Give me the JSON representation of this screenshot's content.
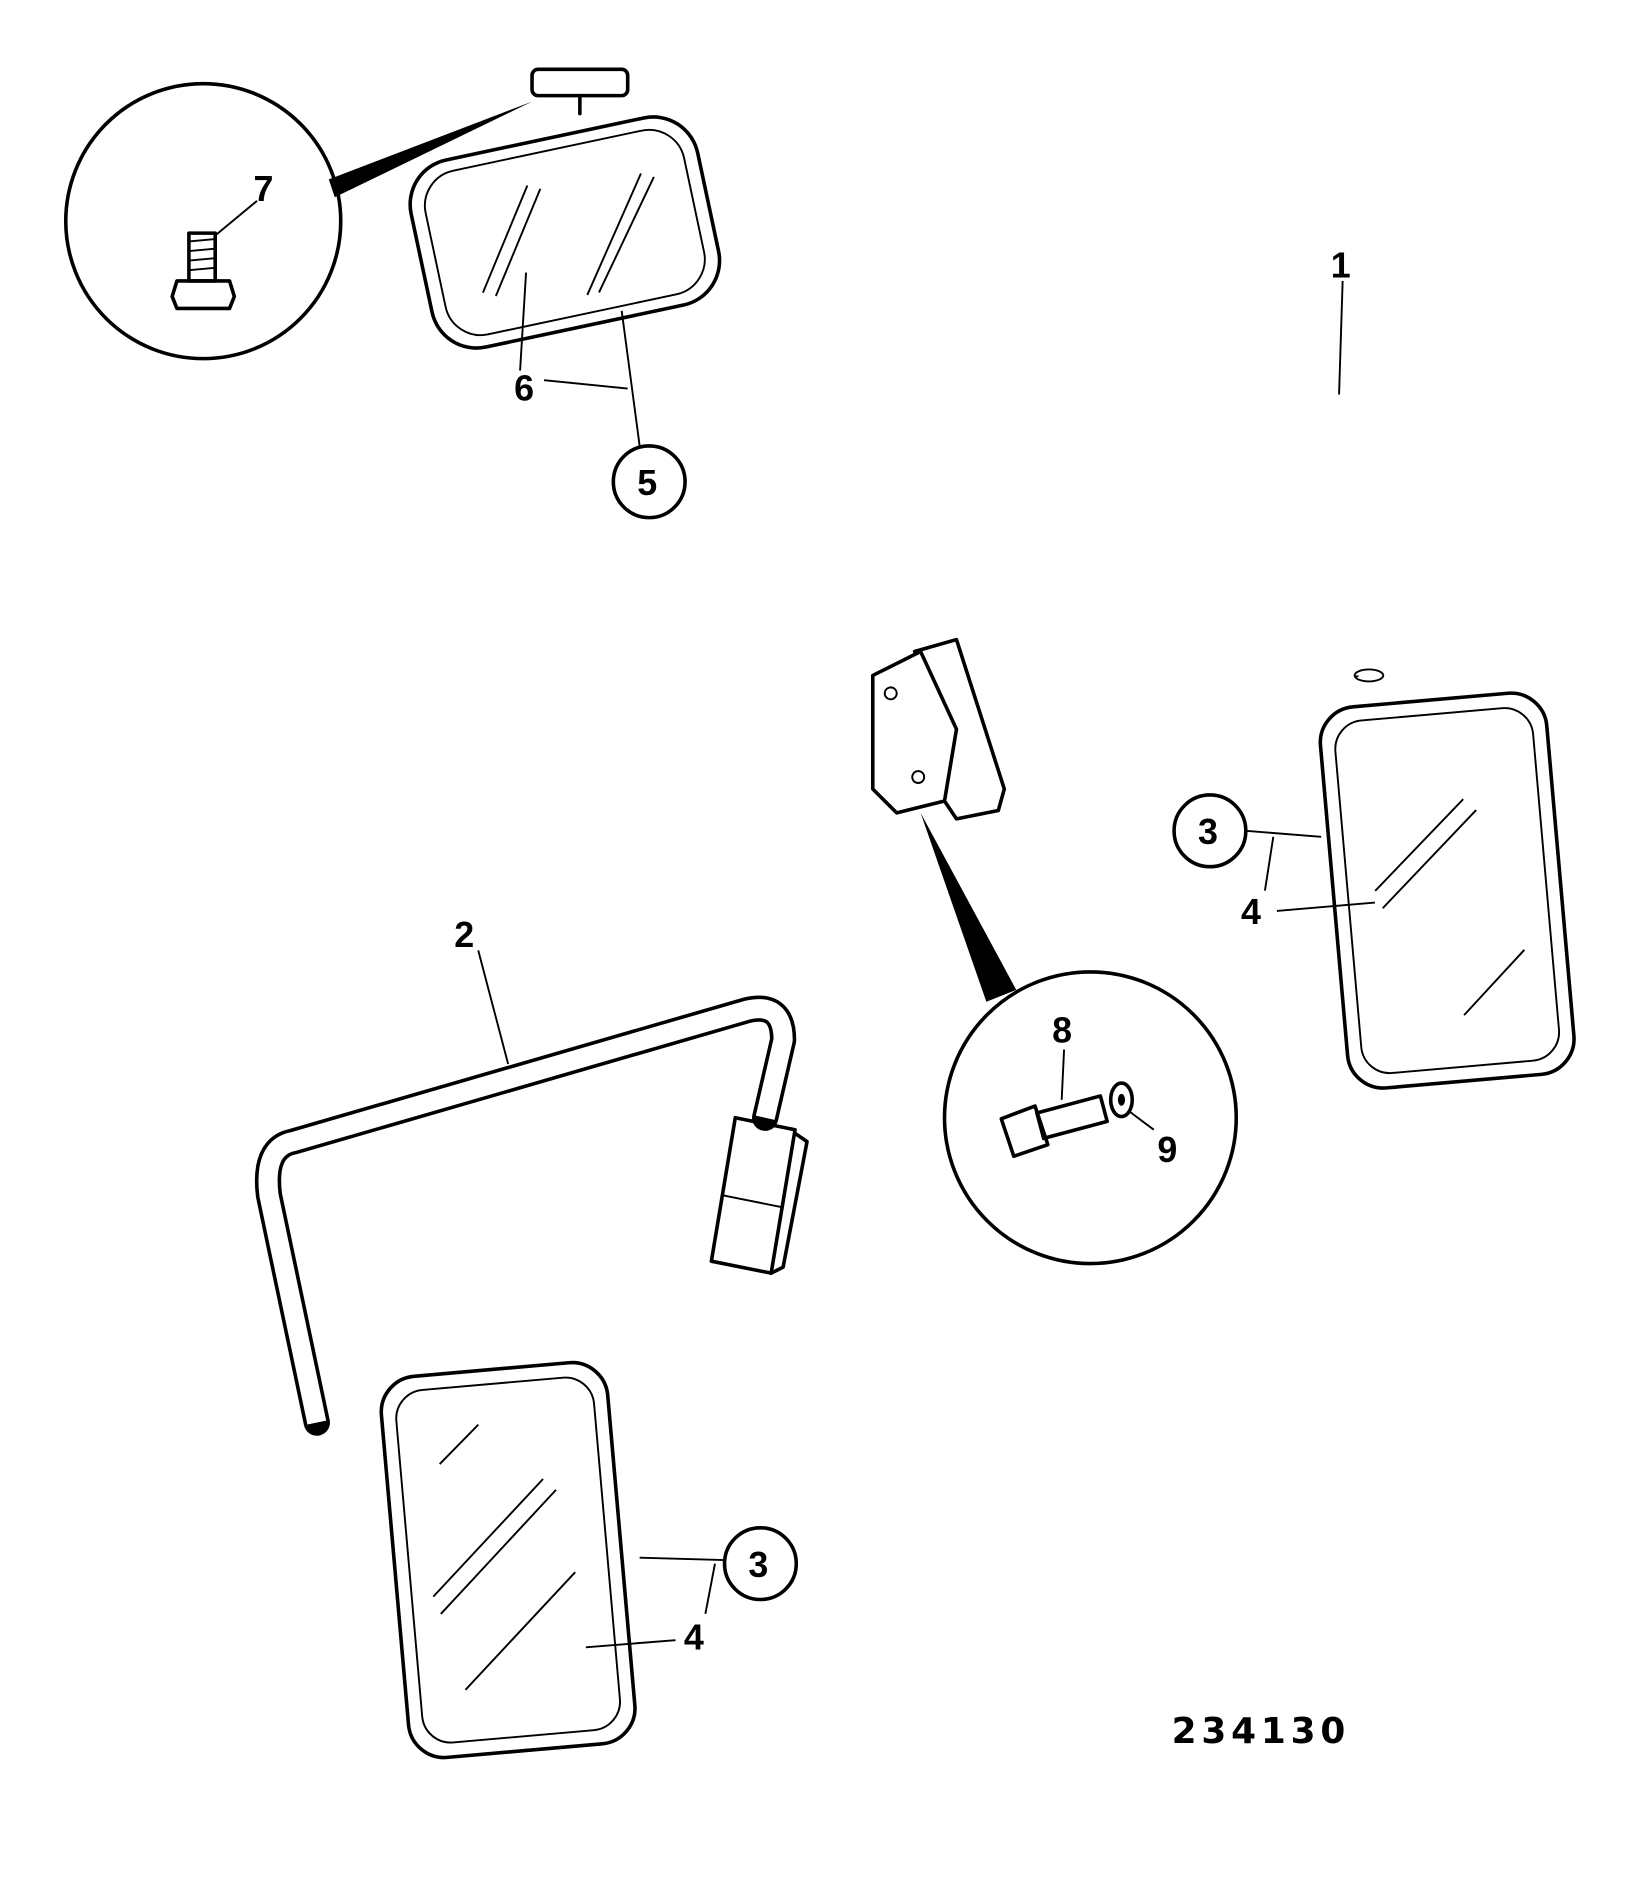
{
  "diagram": {
    "reference_number": "234130",
    "callouts": {
      "arm_right": "1",
      "arm_left": "2",
      "mirror_head_right_circled": "3",
      "glass_right": "4",
      "mirror_head_left_circled": "3",
      "glass_left": "4",
      "interior_mirror_circled": "5",
      "interior_glass": "6",
      "screw": "7",
      "bolt": "8",
      "washer": "9"
    }
  }
}
